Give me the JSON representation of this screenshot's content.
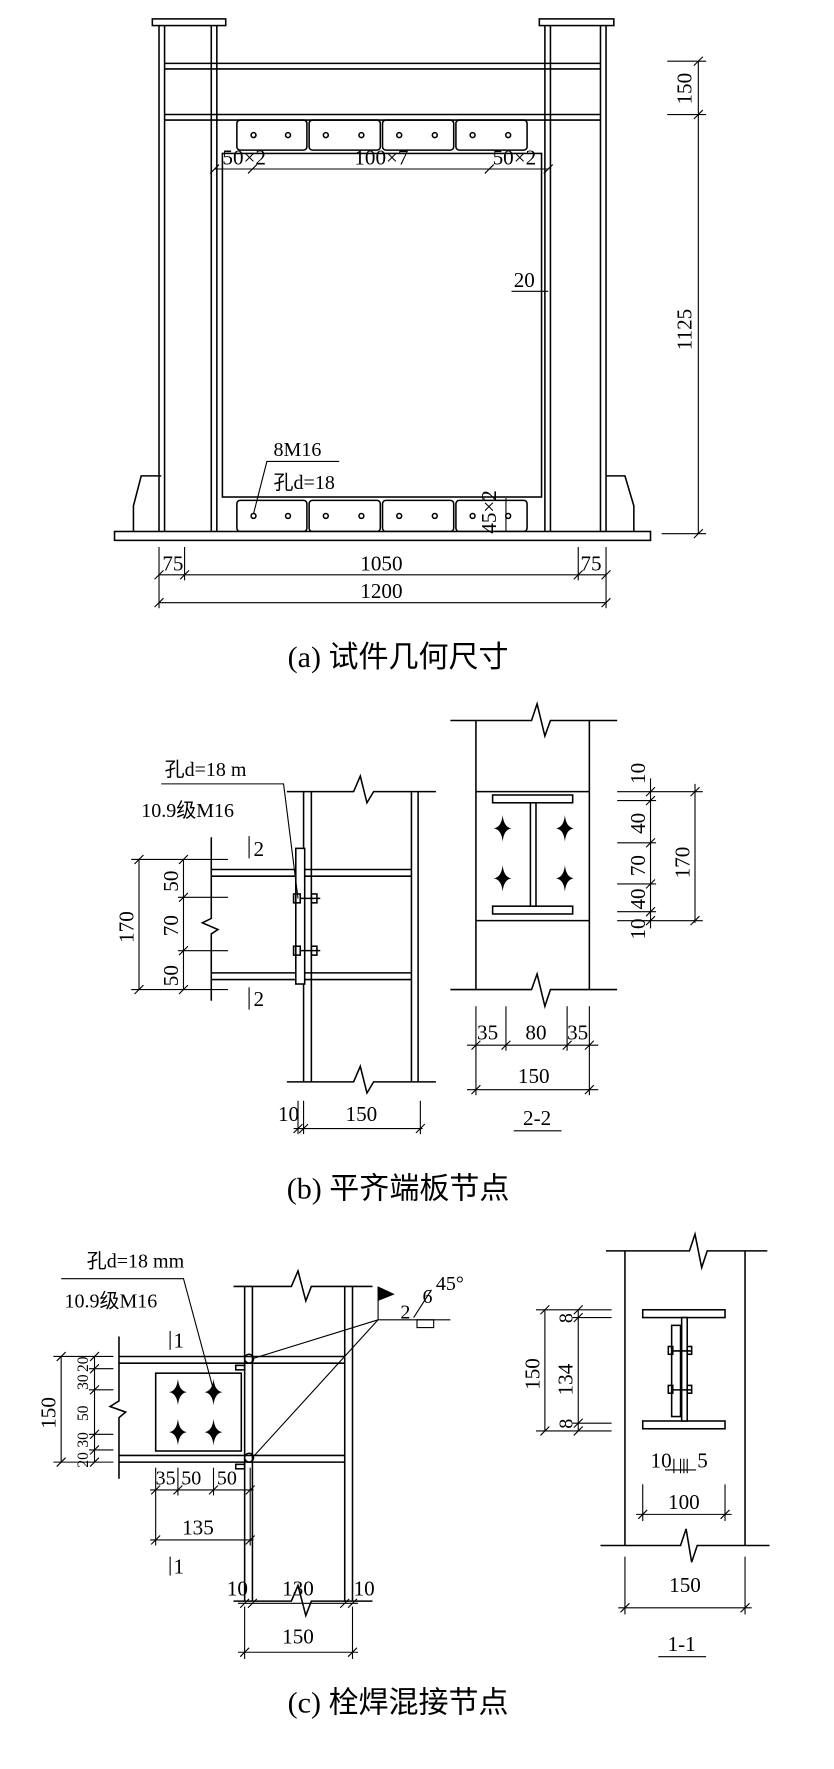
{
  "figure_a": {
    "dims": {
      "top": "150",
      "height": "1125",
      "left_75": "75",
      "span": "1050",
      "right_75": "75",
      "total": "1200",
      "end_left": "50×2",
      "middle": "100×7",
      "end_right": "50×2",
      "plate_gap": "20",
      "edge": "45×2"
    },
    "bolt_label": "8M16",
    "hole_label": "孔d=18",
    "caption": "(a)  试件几何尺寸"
  },
  "figure_b": {
    "hole_label": "孔d=18 m",
    "bolt_label": "10.9级M16",
    "section_mark": "2",
    "left_dims": {
      "total": "170",
      "a": "50",
      "b": "70",
      "c": "50"
    },
    "bottom_dims": {
      "flange": "10",
      "width": "150"
    },
    "section": {
      "right_dims": {
        "top": "10",
        "a": "40",
        "b": "70",
        "c": "40",
        "bottom": "10",
        "total": "170"
      },
      "bottom_dims": {
        "a": "35",
        "b": "80",
        "c": "35",
        "total": "150"
      },
      "title": "2-2"
    },
    "caption": "(b)  平齐端板节点"
  },
  "figure_c": {
    "hole_label": "孔d=18 mm",
    "bolt_label": "10.9级M16",
    "weld": {
      "size": "6",
      "gap": "2",
      "angle": "45°"
    },
    "section_mark": "1",
    "left_dims": {
      "total": "150",
      "a": "20",
      "b": "30",
      "c": "50",
      "d": "30",
      "e": "20"
    },
    "plate_dims": {
      "a": "35",
      "b": "50",
      "c": "50",
      "total": "135"
    },
    "bottom_dims": {
      "left": "10",
      "middle": "130",
      "right": "10",
      "total": "150"
    },
    "section": {
      "left_dims": {
        "total": "150",
        "top": "8",
        "web": "134",
        "bottom": "8"
      },
      "web_dims": {
        "left": "10",
        "right": "5",
        "flange": "100"
      },
      "width": "150",
      "title": "1-1"
    },
    "caption": "(c)  栓焊混接节点"
  }
}
